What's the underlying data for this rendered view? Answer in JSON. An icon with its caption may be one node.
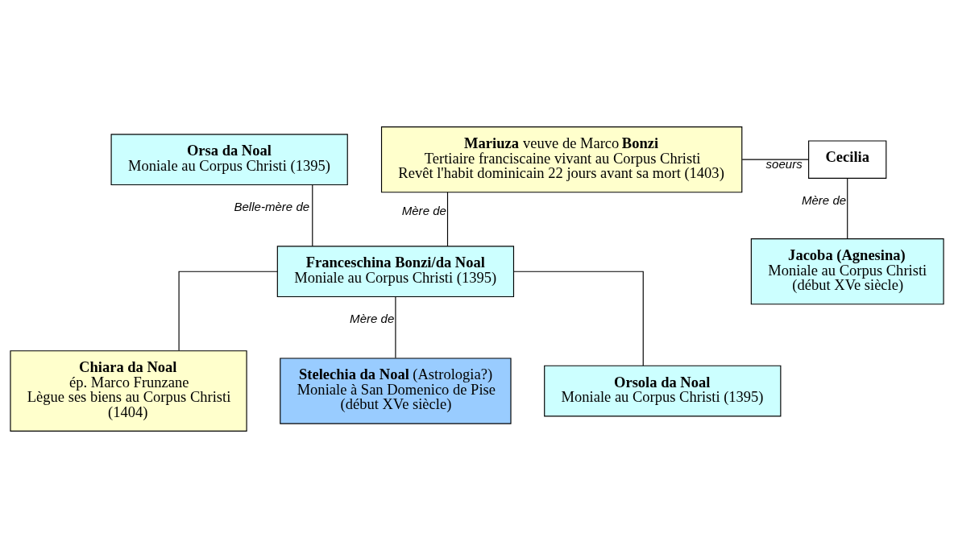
{
  "diagram": {
    "nodes": [
      {
        "text": [
          "Orsa da Noal",
          "Moniale au Corpus Christi (1395)"
        ]
      },
      {
        "text": [
          "**Mariuza** veuve de Marco **Bonzi**",
          "Tertiaire franciscaine vivant au Corpus Christi",
          "Revêt l'habit dominicain 22 jours avant sa mort (1403)"
        ]
      },
      {
        "text": [
          "Cecilia"
        ]
      },
      {
        "text": [
          "Franceschina Bonzi/da Noal",
          "Moniale au Corpus Christi (1395)"
        ]
      },
      {
        "text": [
          "Jacoba (Agnesina)",
          "Moniale au Corpus Christi (début XVe siècle)"
        ]
      },
      {
        "text": [
          "Chiara da Noal",
          "ép. Marco Frunzane",
          "Lègue ses biens au Corpus Christi (1404)"
        ]
      },
      {
        "text": [
          "**Stelechia da Noal** (Astrologia?)",
          "Moniale à San Domenico de Pise (début XVe siècle)"
        ]
      },
      {
        "text": [
          "Orsola da Noal",
          "Moniale au Corpus Christi (1395)"
        ]
      }
    ],
    "edges": [
      {
        "from": 1,
        "to": 2,
        "arrow": "none",
        "label": "soeurs"
      },
      {
        "from": 0,
        "to": 3,
        "arrow": "none",
        "label": "Belle-mère de"
      },
      {
        "from": 1,
        "to": 3,
        "arrow": "none",
        "label": "Mère de"
      },
      {
        "from": 2,
        "to": 4,
        "arrow": "none",
        "label": "Mère de"
      },
      {
        "from": 3,
        "to": 5,
        "arrow": "none"
      },
      {
        "from": 3,
        "to": 6,
        "arrow": "none",
        "label": "Mère de"
      },
      {
        "from": 3,
        "to": 7,
        "arrow": "none"
      }
    ]
  }
}
